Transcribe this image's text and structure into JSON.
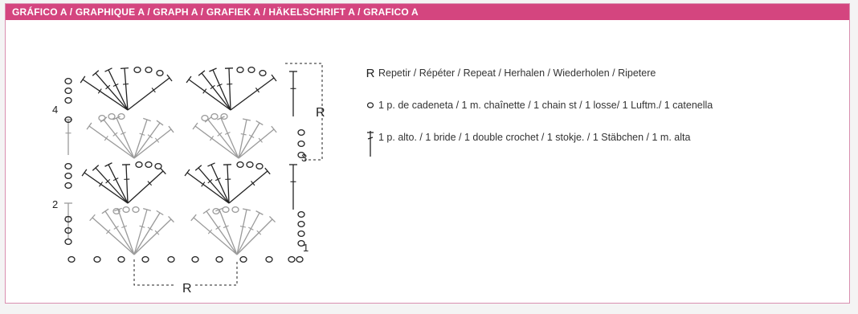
{
  "header": {
    "title": "GRÁFICO A / GRAPHIQUE A / GRAPH A / GRAFIEK A / HÄKELSCHRIFT A / GRAFICO A"
  },
  "colors": {
    "header_bg": "#d4457f",
    "panel_border": "#d98fb0",
    "stitch_dark": "#222222",
    "stitch_light": "#9a9a9a"
  },
  "diagram": {
    "row_labels": [
      "4",
      "3",
      "2",
      "1"
    ],
    "repeat_labels": [
      "R",
      "R"
    ]
  },
  "legend": {
    "items": [
      {
        "symbol": "R",
        "icon": "repeat-letter",
        "text": "Repetir / Répéter / Repeat / Herhalen / Wiederholen / Ripetere"
      },
      {
        "symbol": "",
        "icon": "chain-stitch-icon",
        "text": "1 p. de cadeneta / 1 m. chaînette / 1 chain st / 1 losse/ 1 Luftm./ 1 catenella"
      },
      {
        "symbol": "",
        "icon": "double-crochet-icon",
        "text": "1 p. alto. / 1 bride / 1 double crochet / 1 stokje. / 1 Stäbchen / 1 m. alta"
      }
    ]
  }
}
